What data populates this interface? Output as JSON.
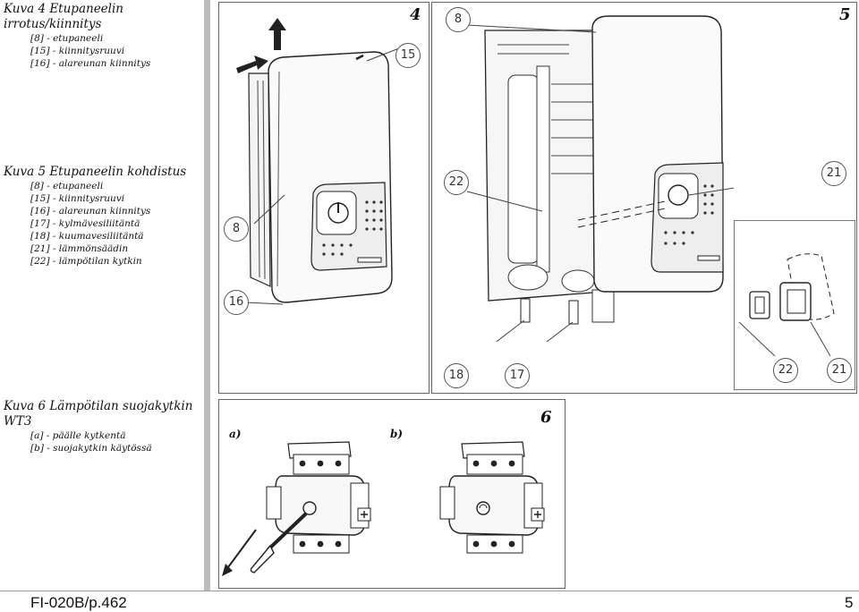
{
  "figure4": {
    "title": "Kuva 4 Etupaneelin irrotus/kiinnitys",
    "items": [
      "[8]  -  etupaneeli",
      "[15]  -  kiinnitysruuvi",
      "[16]  -  alareunan kiinnitys"
    ],
    "number": "4",
    "callouts": {
      "c8": "8",
      "c15": "15",
      "c16": "16"
    }
  },
  "figure5": {
    "title": "Kuva 5 Etupaneelin kohdistus",
    "items": [
      "[8]  -  etupaneeli",
      "[15]  -  kiinnitysruuvi",
      "[16]  -  alareunan kiinnitys",
      "[17]  -  kylmävesiliitäntä",
      "[18]  -  kuumavesiliitäntä",
      "[21]  -  lämmönsäädin",
      "[22]  -  lämpötilan kytkin"
    ],
    "number": "5",
    "callouts": {
      "c8": "8",
      "c22": "22",
      "c21": "21",
      "c18": "18",
      "c17": "17",
      "c22b": "22",
      "c21b": "21"
    }
  },
  "figure6": {
    "title": "Kuva 6 Lämpötilan suojakytkin WT3",
    "items": [
      "[a]  -  päälle kytkentä",
      "[b]  -  suojakytkin käytössä"
    ],
    "number": "6",
    "sub_a": "a)",
    "sub_b": "b)"
  },
  "footer": {
    "doc_code": "FI-020B/p.462",
    "page": "5"
  },
  "icons": [
    "screwdriver-icon",
    "arrow-icon"
  ]
}
